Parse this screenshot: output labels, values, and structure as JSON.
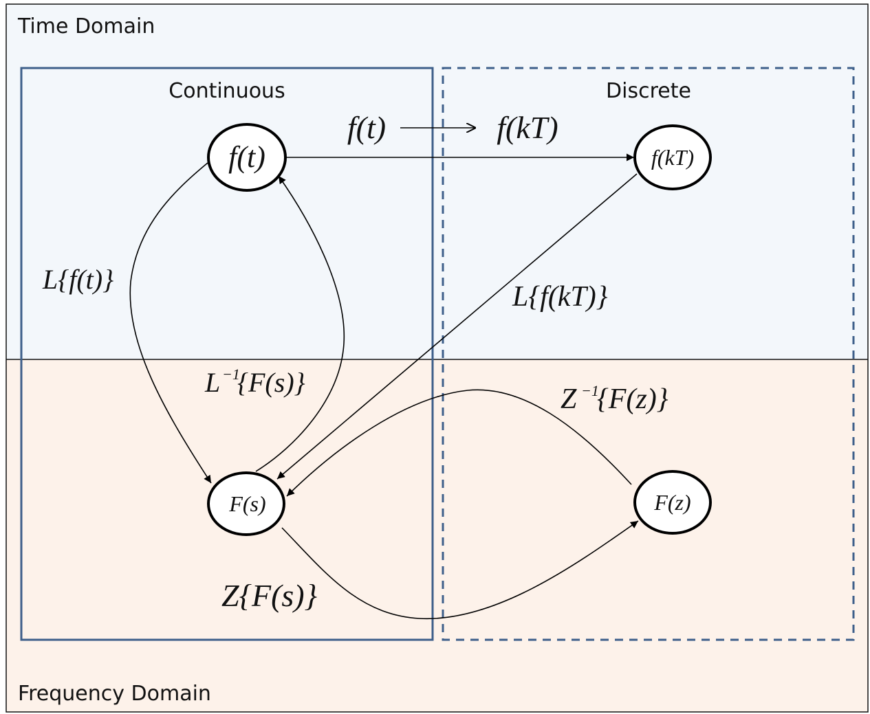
{
  "regions": {
    "time_domain": "Time Domain",
    "frequency_domain": "Frequency Domain",
    "continuous": "Continuous",
    "discrete": "Discrete"
  },
  "nodes": {
    "ft": "f(t)",
    "fkt": "f(kT)",
    "fs": "F(s)",
    "fz": "F(z)"
  },
  "sampling": {
    "from": "f(t)",
    "to": "f(kT)"
  },
  "edge_labels": {
    "laplace_ft": "L{f(t)}",
    "laplace_fkt": "L{f(kT)}",
    "inverse_laplace": "{F(s)}",
    "inverse_laplace_prefix": "L",
    "inverse_z": "{F(z)}",
    "inverse_z_prefix": "Z",
    "inverse_exponent": "−1",
    "z_transform": "Z{F(s)}"
  },
  "colors": {
    "time_domain_bg": "#f3f7fb",
    "frequency_domain_bg": "#fdf2ea",
    "box_stroke": "#3e5f8a",
    "line": "#000000"
  }
}
